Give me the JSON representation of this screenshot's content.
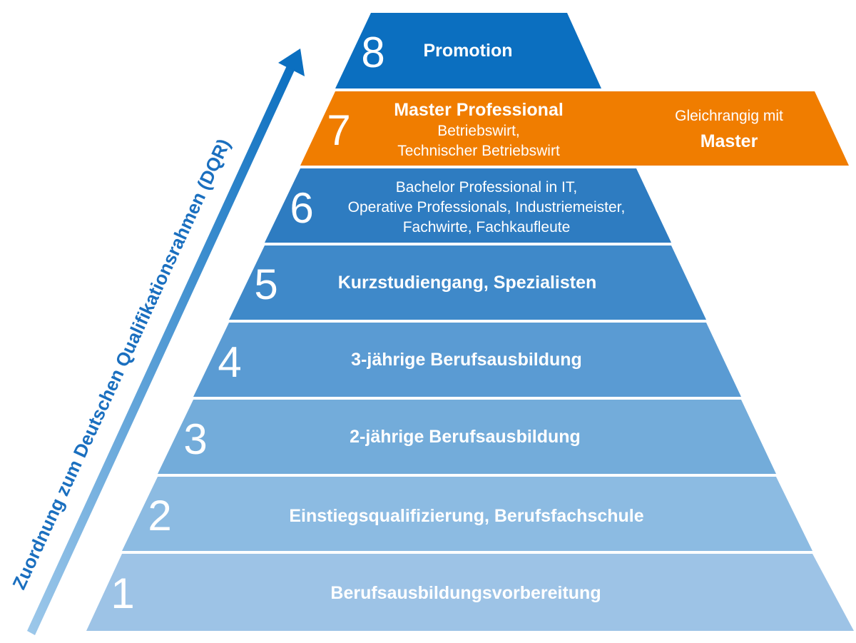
{
  "axis_label": "Zuordnung zum Deutschen Qualifikationsrahmen (DQR)",
  "levels": [
    {
      "number": "1",
      "lines": [
        "Berufsausbildungsvorbereitung"
      ]
    },
    {
      "number": "2",
      "lines": [
        "Einstiegsqualifizierung, Berufsfachschule"
      ]
    },
    {
      "number": "3",
      "lines": [
        "2-jährige Berufsausbildung"
      ]
    },
    {
      "number": "4",
      "lines": [
        "3-jährige Berufsausbildung"
      ]
    },
    {
      "number": "5",
      "lines": [
        "Kurzstudiengang, Spezialisten"
      ]
    },
    {
      "number": "6",
      "lines": [
        "Bachelor Professional in IT,",
        "Operative Professionals, Industriemeister,",
        "Fachwirte, Fachkaufleute"
      ]
    },
    {
      "number": "7",
      "title": "Master Professional",
      "lines": [
        "Betriebswirt,",
        "Technischer Betriebswirt"
      ],
      "side_note": "Gleichrangig mit",
      "side_note_bold": "Master"
    },
    {
      "number": "8",
      "lines": [
        "Promotion"
      ]
    }
  ],
  "colors": {
    "level_1": "#9dc3e6",
    "level_2": "#8cbbe2",
    "level_3": "#73acda",
    "level_4": "#5a9bd3",
    "level_5": "#3f89c9",
    "level_6": "#2e7cc1",
    "level_7": "#f07d00",
    "level_8": "#0b6fc0",
    "arrow_start": "#9dc8ea",
    "arrow_end": "#0b6fc0"
  }
}
